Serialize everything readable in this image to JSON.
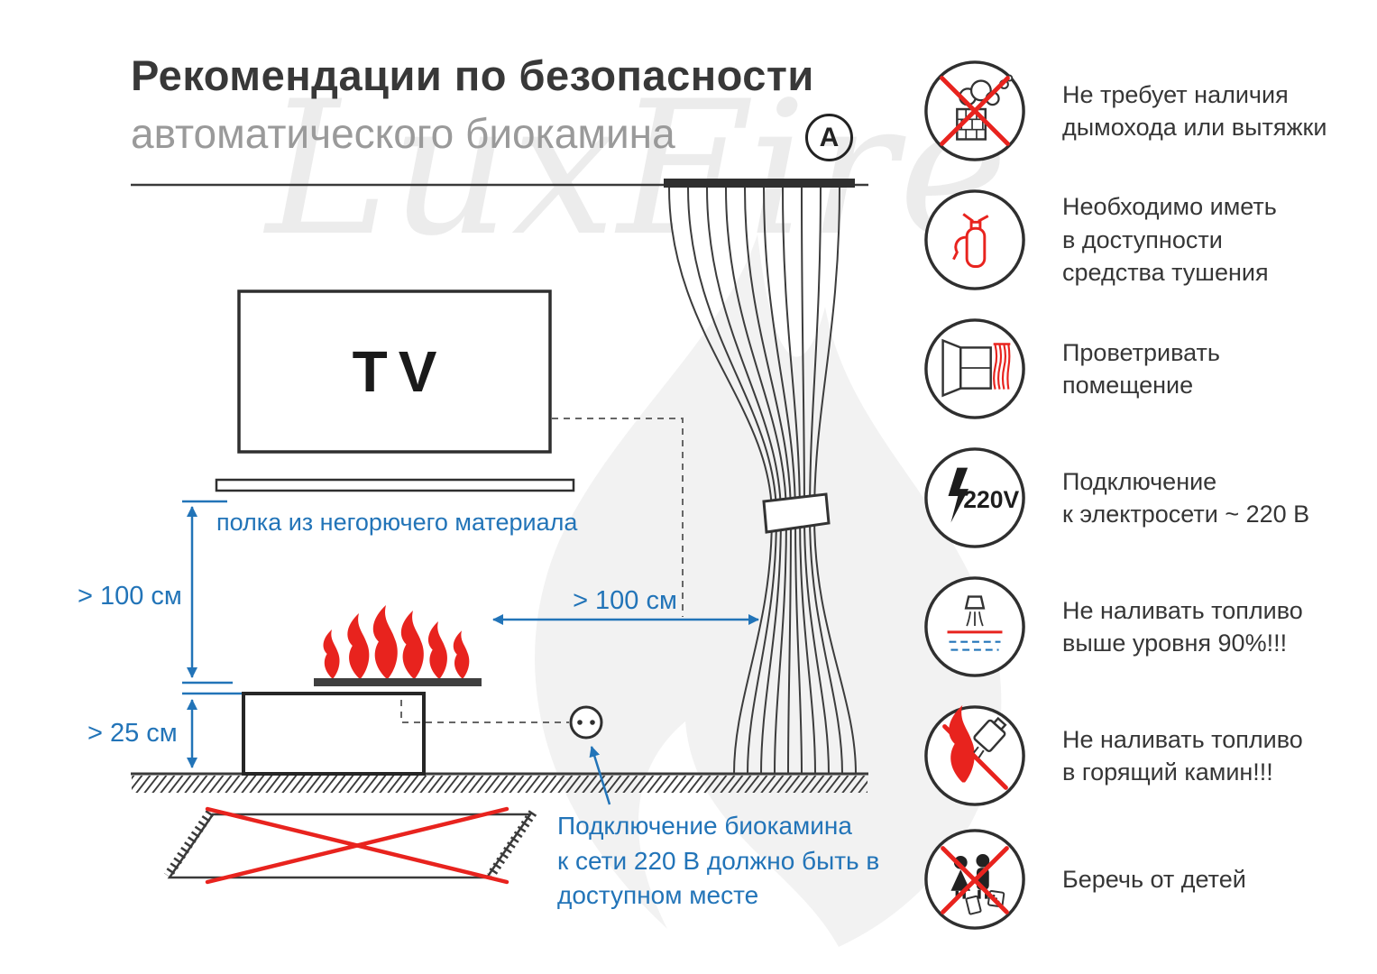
{
  "title": {
    "line1": "Рекомендации по безопасности",
    "line2": "автоматического биокамина",
    "logo_letter": "A"
  },
  "watermark": "LuxFire",
  "diagram": {
    "tv_label": "TV",
    "shelf_label": "полка из негорючего материала",
    "dim_vertical_shelf": "> 100 см",
    "dim_vertical_floor": "> 25 см",
    "dim_horizontal_curtain": "> 100 см",
    "socket_note": "Подключение биокамина\nк сети 220 В должно быть в\nдоступном месте"
  },
  "safety_items": [
    {
      "icon": "no-chimney-icon",
      "caption": "Не требует наличия\nдымохода или вытяжки"
    },
    {
      "icon": "extinguisher-icon",
      "caption": "Необходимо иметь\nв доступности\nсредства тушения"
    },
    {
      "icon": "ventilation-icon",
      "caption": "Проветривать\nпомещение"
    },
    {
      "icon": "power-220v-icon",
      "caption": "Подключение\nк электросети ~ 220 В",
      "badge": "220V"
    },
    {
      "icon": "fuel-level-icon",
      "caption": "Не наливать топливо\nвыше уровня 90%!!!"
    },
    {
      "icon": "no-refill-burning-icon",
      "caption": "Не наливать топливо\nв горящий камин!!!"
    },
    {
      "icon": "keep-from-children-icon",
      "caption": "Беречь от детей"
    }
  ],
  "colors": {
    "accent_blue": "#2274b8",
    "danger_red": "#e8231e",
    "line_dark": "#333333"
  }
}
